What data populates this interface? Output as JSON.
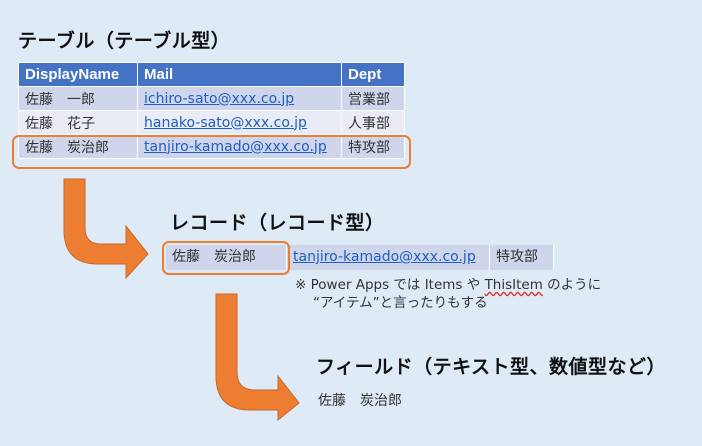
{
  "titles": {
    "table": "テーブル（テーブル型）",
    "record": "レコード（レコード型）",
    "field": "フィールド（テキスト型、数値型など）"
  },
  "table": {
    "headers": [
      "DisplayName",
      "Mail",
      "Dept"
    ],
    "rows": [
      [
        "佐藤　一郎",
        "ichiro-sato@xxx.co.jp",
        "営業部"
      ],
      [
        "佐藤　花子",
        "hanako-sato@xxx.co.jp",
        "人事部"
      ],
      [
        "佐藤　炭治郎",
        "tanjiro-kamado@xxx.co.jp",
        "特攻部"
      ]
    ]
  },
  "record": {
    "cells": [
      "佐藤　炭治郎",
      "tanjiro-kamado@xxx.co.jp",
      "特攻部"
    ]
  },
  "note": {
    "prefix": "※ Power Apps では Items や ",
    "squiggle": "ThisItem",
    "suffix": " のように",
    "line2": "“アイテム”と言ったりもする"
  },
  "field": {
    "value": "佐藤　炭治郎"
  },
  "colors": {
    "background": "#deeaf6",
    "header": "#4472c4",
    "row_odd": "#cfd5ea",
    "row_even": "#e9ebf5",
    "highlight": "#ed7d31",
    "link": "#1f5fbf"
  },
  "icons": [
    "curved-arrow-icon",
    "curved-arrow-icon"
  ]
}
